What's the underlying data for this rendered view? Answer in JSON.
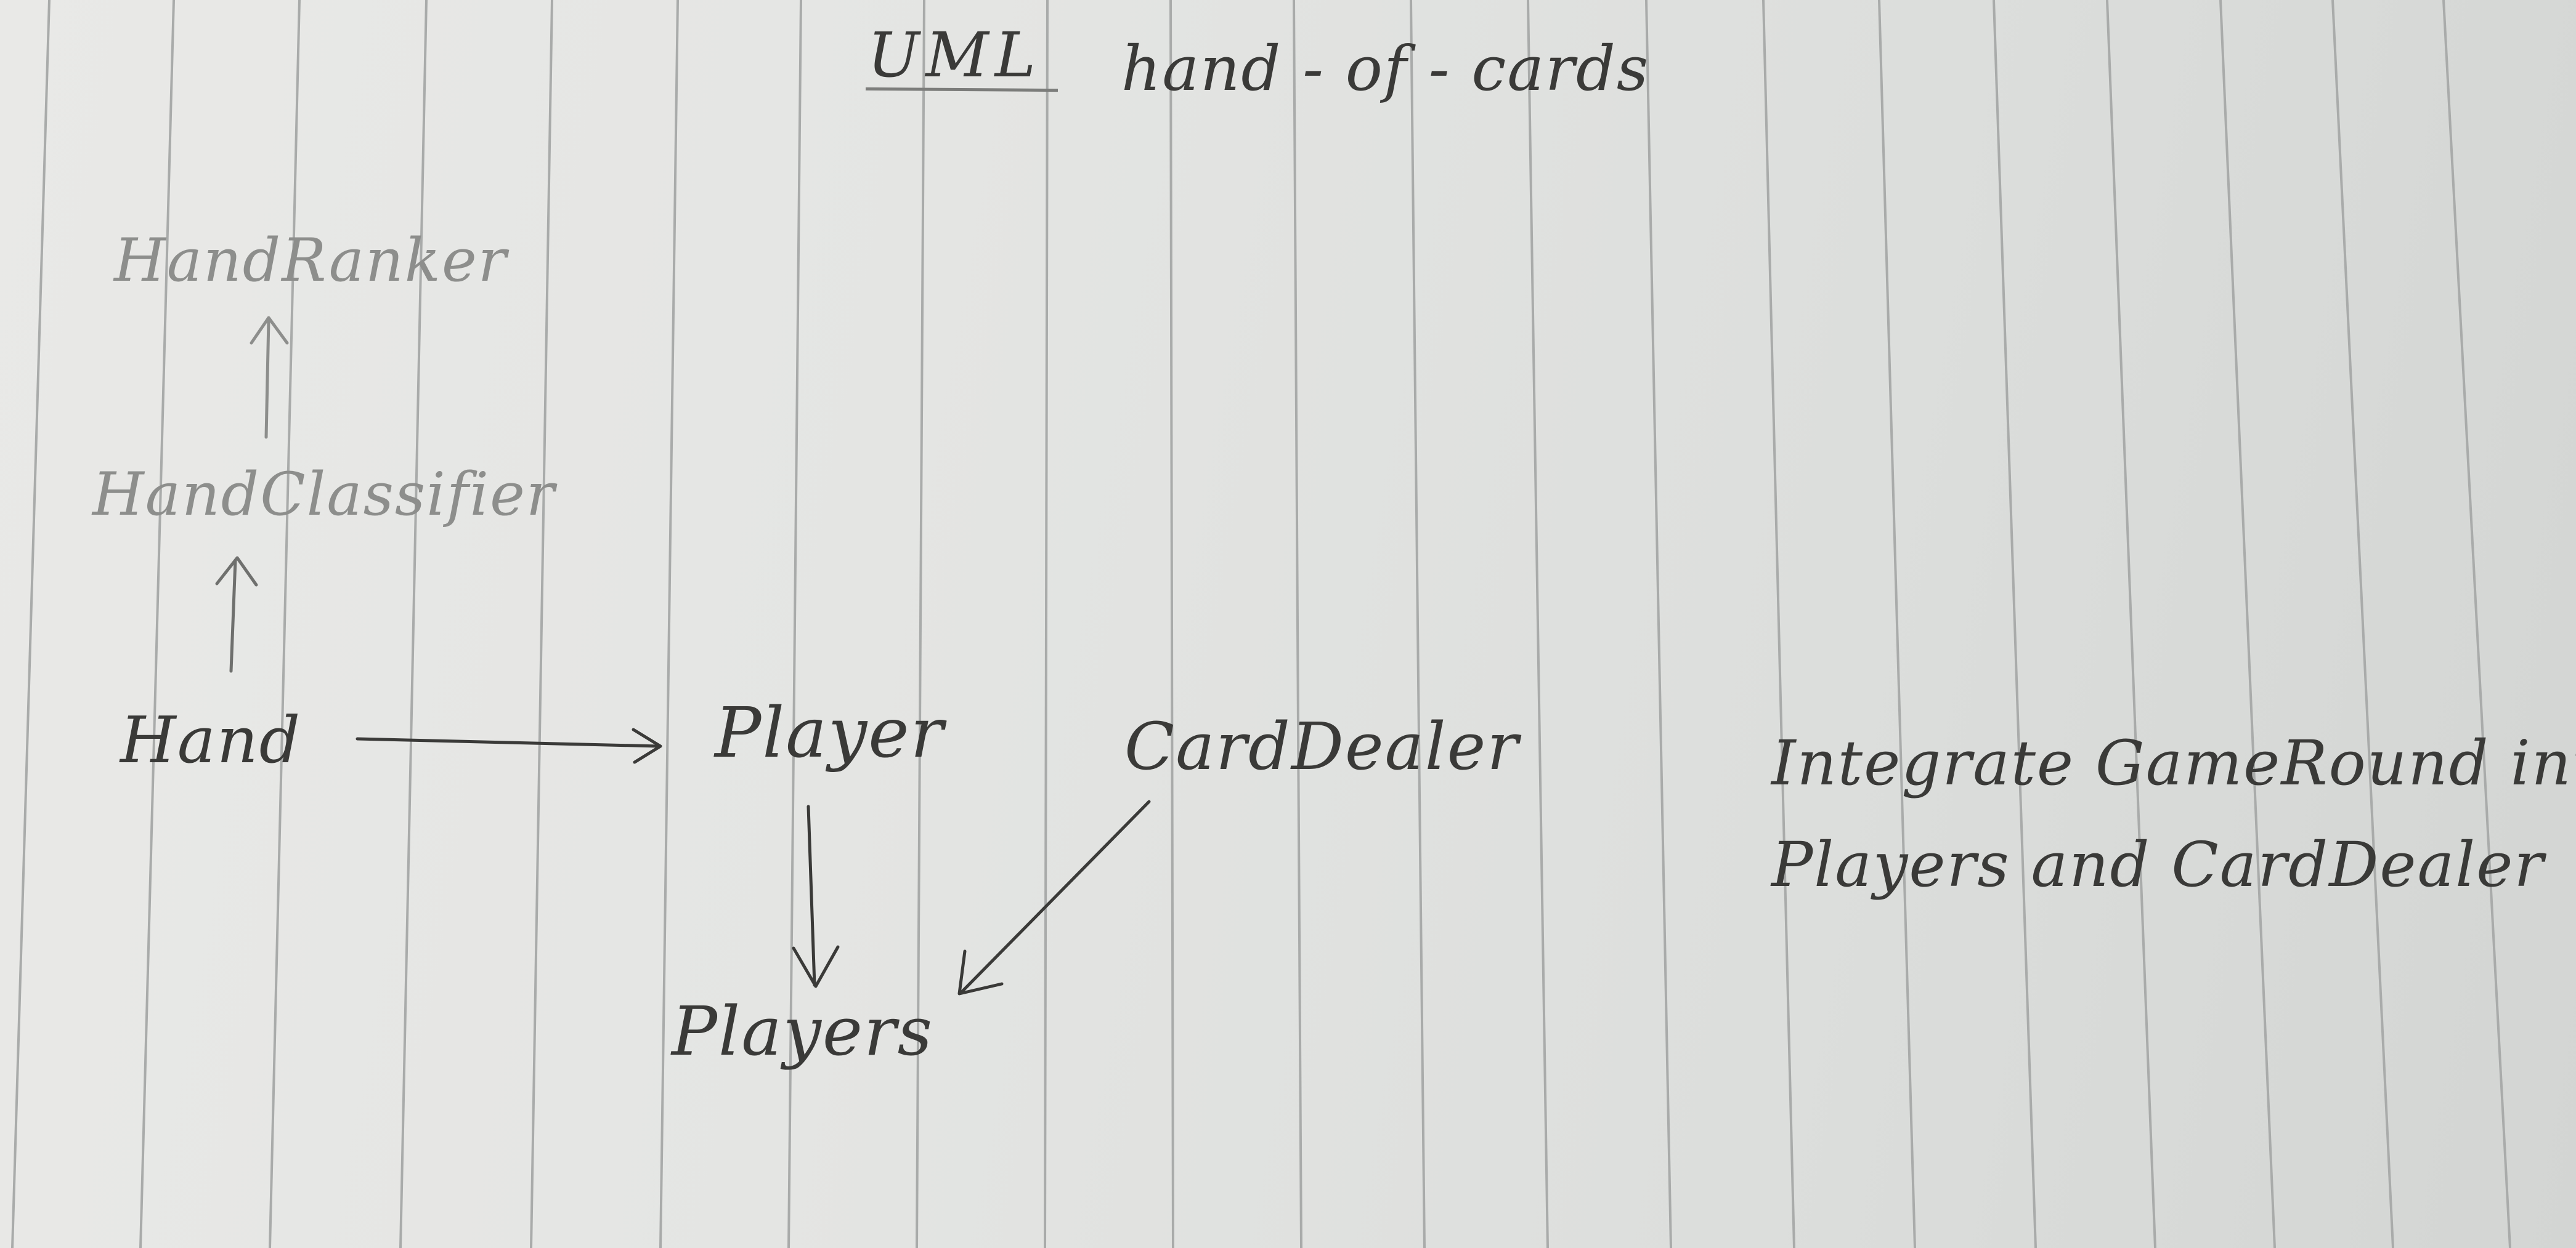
{
  "title": {
    "uml": "UML",
    "name": "hand - of - cards"
  },
  "classes": {
    "hand_ranker": "HandRanker",
    "hand_classifier": "HandClassifier",
    "hand": "Hand",
    "player": "Player",
    "card_dealer": "CardDealer",
    "players": "Players"
  },
  "note": {
    "line1": "Integrate GameRound into",
    "line2": "Players and CardDealer"
  },
  "colors": {
    "paper": "#e4e5e3",
    "rule_line": "#a9abaa",
    "pencil_dark": "#3a3a38",
    "pencil_faint": "#8d8e8c"
  }
}
